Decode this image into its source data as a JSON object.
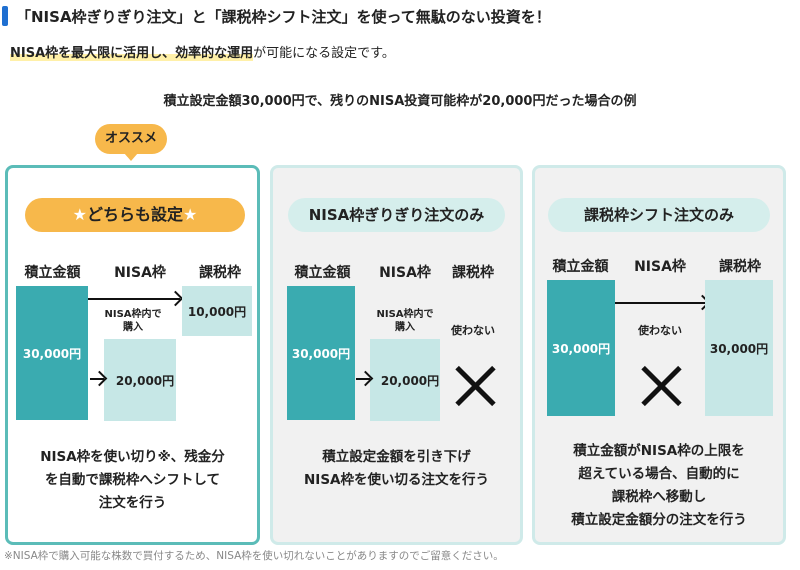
{
  "heading": "「NISA枠ぎりぎり注文」と「課税枠シフト注文」を使って無駄のない投資を！",
  "lead": {
    "highlight": "NISA枠を最大限に活用し、効率的な運用",
    "rest": "が可能になる設定です。"
  },
  "example": "積立設定金額30,000円で、残りのNISA投資可能枠が20,000円だった場合の例",
  "recommend_badge": "オススメ",
  "columns": {
    "amount": "積立金額",
    "nisa": "NISA枠",
    "taxable": "課税枠"
  },
  "panel1": {
    "title": "どちらも設定",
    "star_left": "★",
    "star_right": "★",
    "amount_value": "30,000円",
    "nisa_note_line1": "NISA枠内で",
    "nisa_note_line2": "購入",
    "nisa_value": "20,000円",
    "taxable_value": "10,000円",
    "desc_line1": "NISA枠を使い切り※、残金分",
    "desc_line2": "を自動で課税枠へシフトして",
    "desc_line3": "注文を行う"
  },
  "panel2": {
    "title": "NISA枠ぎりぎり注文のみ",
    "amount_value": "30,000円",
    "nisa_note_line1": "NISA枠内で",
    "nisa_note_line2": "購入",
    "nisa_value": "20,000円",
    "taxable_note": "使わない",
    "desc_line1": "積立設定金額を引き下げ",
    "desc_line2": "NISA枠を使い切る注文を行う"
  },
  "panel3": {
    "title": "課税枠シフト注文のみ",
    "amount_value": "30,000円",
    "nisa_note": "使わない",
    "taxable_value": "30,000円",
    "desc_line1": "積立金額がNISA枠の上限を",
    "desc_line2": "超えている場合、自動的に",
    "desc_line3": "課税枠へ移動し",
    "desc_line4": "積立設定金額分の注文を行う"
  },
  "footnote": "※NISA枠で購入可能な株数で買付するため、NISA枠を使い切れないことがありますのでご留意ください。",
  "colors": {
    "accent_blue": "#1f6fd1",
    "orange": "#f7b84b",
    "teal_dark": "#3aabb0",
    "teal_light": "#c6e7e6",
    "teal_border": "#5bbcb8"
  },
  "icons": [
    "right-arrow-icon",
    "cross-icon"
  ]
}
